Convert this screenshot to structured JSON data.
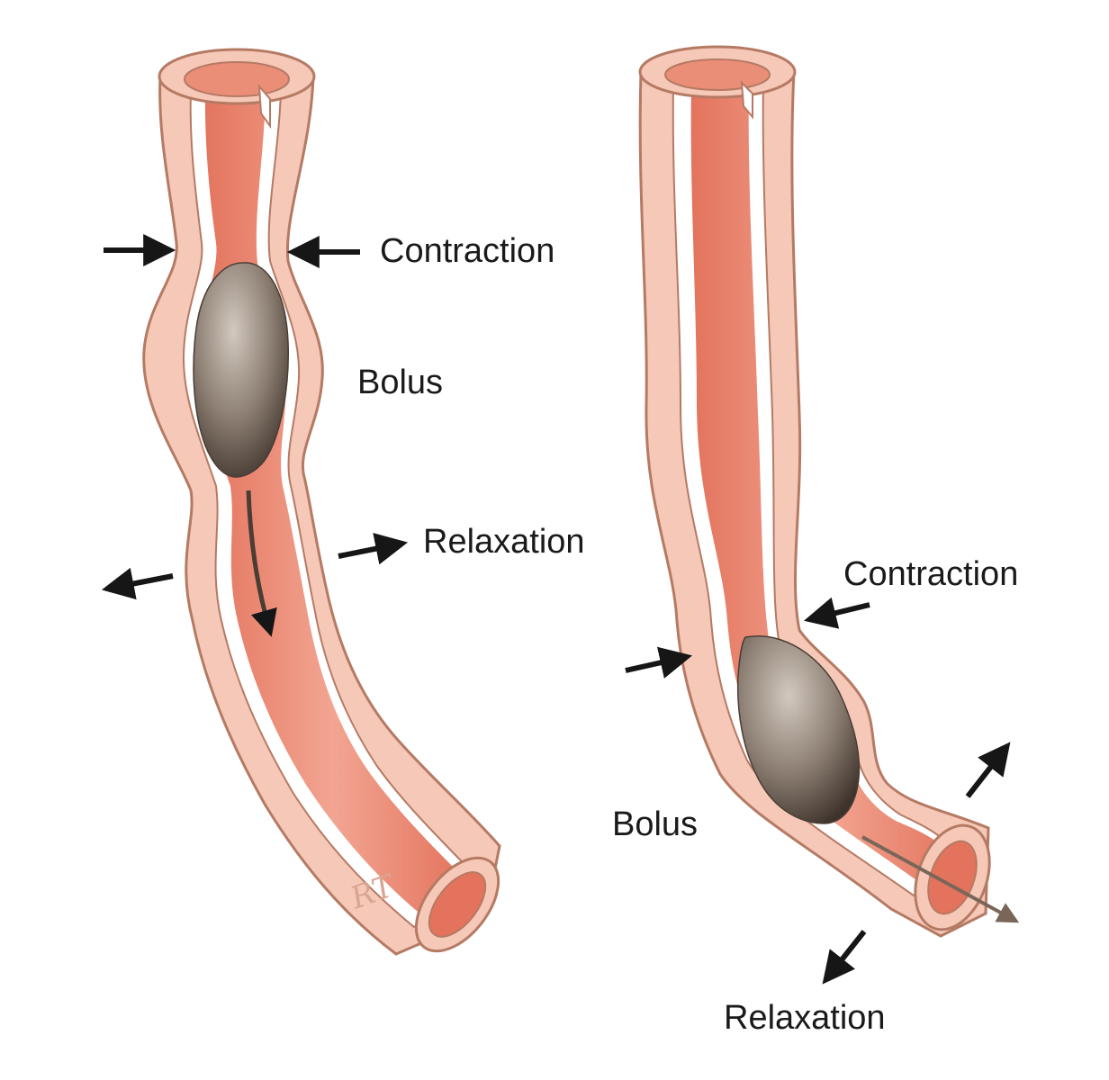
{
  "left_panel": {
    "labels": {
      "contraction": "Contraction",
      "bolus": "Bolus",
      "relaxation": "Relaxation"
    },
    "signature": "RT"
  },
  "right_panel": {
    "labels": {
      "contraction": "Contraction",
      "bolus": "Bolus",
      "relaxation": "Relaxation"
    }
  },
  "colors": {
    "outer_wall": "#f5c6b6",
    "wall_outline": "#b57a64",
    "lumen": "#ea8e77",
    "lumen_deep": "#e3735c",
    "inner_lining": "#ffffff",
    "bolus_light": "#cfc5bb",
    "bolus_dark": "#3e332c",
    "arrow": "#161616"
  }
}
